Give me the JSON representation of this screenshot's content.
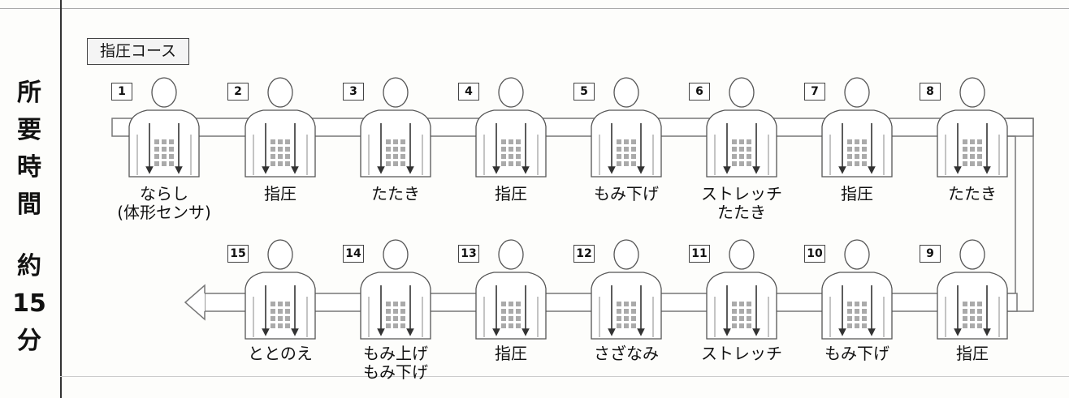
{
  "side": {
    "line1": [
      "所",
      "要",
      "時",
      "間"
    ],
    "line2": [
      "約",
      "15",
      "分"
    ]
  },
  "course_label": "指圧コース",
  "steps": [
    {
      "num": "1",
      "label1": "ならし",
      "label2": "(体形センサ)"
    },
    {
      "num": "2",
      "label1": "指圧",
      "label2": ""
    },
    {
      "num": "3",
      "label1": "たたき",
      "label2": ""
    },
    {
      "num": "4",
      "label1": "指圧",
      "label2": ""
    },
    {
      "num": "5",
      "label1": "もみ下げ",
      "label2": ""
    },
    {
      "num": "6",
      "label1": "ストレッチ",
      "label2": "たたき"
    },
    {
      "num": "7",
      "label1": "指圧",
      "label2": ""
    },
    {
      "num": "8",
      "label1": "たたき",
      "label2": ""
    },
    {
      "num": "9",
      "label1": "指圧",
      "label2": ""
    },
    {
      "num": "10",
      "label1": "もみ下げ",
      "label2": ""
    },
    {
      "num": "11",
      "label1": "ストレッチ",
      "label2": ""
    },
    {
      "num": "12",
      "label1": "さざなみ",
      "label2": ""
    },
    {
      "num": "13",
      "label1": "指圧",
      "label2": ""
    },
    {
      "num": "14",
      "label1": "もみ上げ",
      "label2": "もみ下げ"
    },
    {
      "num": "15",
      "label1": "ととのえ",
      "label2": ""
    }
  ]
}
